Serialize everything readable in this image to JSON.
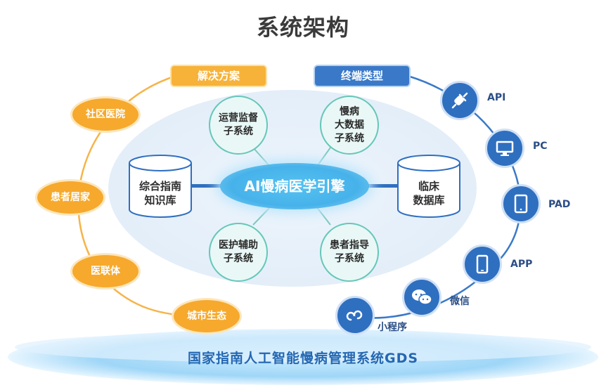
{
  "title": "系统架构",
  "solutions": {
    "header": "解决方案",
    "items": [
      "社区医院",
      "患者居家",
      "医联体",
      "城市生态"
    ]
  },
  "terminals": {
    "header": "终端类型",
    "items": [
      "API",
      "PC",
      "PAD",
      "APP",
      "微信",
      "小程序"
    ]
  },
  "engine": {
    "label": "AI慢病医学引擎"
  },
  "subsystems": [
    {
      "lines": [
        "运营监督",
        "子系统"
      ]
    },
    {
      "lines": [
        "慢病",
        "大数据",
        "子系统"
      ]
    },
    {
      "lines": [
        "医护辅助",
        "子系统"
      ]
    },
    {
      "lines": [
        "患者指导",
        "子系统"
      ]
    }
  ],
  "databases": {
    "left": {
      "lines": [
        "综合指南",
        "知识库"
      ]
    },
    "right": {
      "lines": [
        "临床",
        "数据库"
      ]
    }
  },
  "footer": "国家指南人工智能慢病管理系统GDS",
  "colors": {
    "orange": "#f6a92c",
    "blue": "#2f6fc0",
    "teal": "#66c7b9",
    "engine": "#46b2ea",
    "footer_text": "#2467b2"
  },
  "icons": [
    "plug-icon",
    "monitor-icon",
    "tablet-icon",
    "phone-icon",
    "wechat-icon",
    "miniprogram-icon"
  ]
}
